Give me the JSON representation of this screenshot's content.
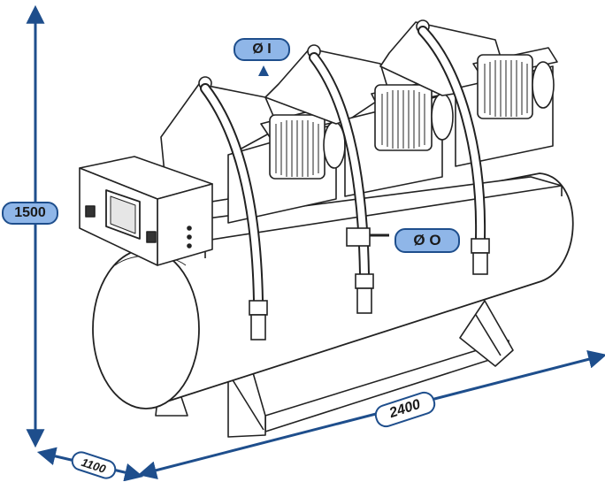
{
  "dimensions": {
    "height": "1500",
    "length": "2400",
    "depth": "1100",
    "inlet": "Ø I",
    "outlet": "Ø O"
  },
  "colors": {
    "dimension_line": "#1e4e8c",
    "label_fill": "#8fb6e8",
    "outline": "#222222"
  }
}
